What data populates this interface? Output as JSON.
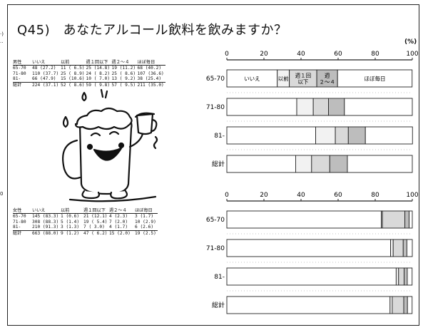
{
  "left_margin": {
    "top_chars": "·)",
    "mid_chars": "··",
    "low_chars": "0"
  },
  "title": "Q45)　あなたアルコール飲料を飲みますか？",
  "unit": "(%)",
  "colors": {
    "c1": "#ffffff",
    "c2": "#f2f2f2",
    "c3": "#d9d9d9",
    "c4": "#bdbdbd",
    "c5": "#ffffff",
    "ink": "#222222"
  },
  "male_table": {
    "headers": [
      "男性",
      "いいえ",
      "以前",
      "週１回以下",
      "週２～４",
      "ほぼ毎日"
    ],
    "rows": [
      [
        "65-70",
        "48 (27.2)",
        "11 ( 6.5)",
        "25 (14.8)",
        "19 (11.2)",
        "68 (40.2)"
      ],
      [
        "71-80",
        "110 (37.7)",
        "25 ( 8.9)",
        "24 ( 8.2)",
        "25 ( 8.6)",
        "107 (36.6)"
      ],
      [
        "81-",
        "66 (47.9)",
        "15 (10.6)",
        "10 ( 7.0)",
        "13 ( 9.2)",
        "38 (25.4)"
      ],
      [
        "総計",
        "224 (37.1)",
        "52 ( 8.6)",
        "59 ( 9.8)",
        "57 ( 9.5)",
        "211 (35.0)"
      ]
    ]
  },
  "female_table": {
    "headers": [
      "女性",
      "いいえ",
      "以前",
      "週１回以下",
      "週２～４",
      "ほぼ毎日"
    ],
    "rows": [
      [
        "65-70",
        "145 (83.3)",
        "1 (0.6)",
        "21 (12.1)",
        "4 (2.3)",
        "3 (1.7)"
      ],
      [
        "71-80",
        "308 (88.3)",
        "5 (1.4)",
        "19 ( 5.4)",
        "7 (2.0)",
        "10 (2.9)"
      ],
      [
        "81-",
        "210 (91.3)",
        "3 (1.3)",
        "7 ( 3.0)",
        "4 (1.7)",
        "6 (2.6)"
      ],
      [
        "総計",
        "663 (88.0)",
        "9 (1.2)",
        "47 ( 6.2)",
        "15 (2.0)",
        "19 (2.5)"
      ]
    ]
  },
  "chart_data": [
    {
      "type": "bar",
      "orientation": "horizontal-stacked",
      "categories": [
        "65-70",
        "71-80",
        "81-",
        "総計"
      ],
      "series": [
        {
          "name": "いいえ",
          "values": [
            27.2,
            37.7,
            47.9,
            37.1
          ]
        },
        {
          "name": "以前",
          "values": [
            6.5,
            8.9,
            10.6,
            8.6
          ]
        },
        {
          "name": "週１回以下",
          "values": [
            14.8,
            8.2,
            7.0,
            9.8
          ]
        },
        {
          "name": "週２～４",
          "values": [
            11.2,
            8.6,
            9.2,
            9.5
          ]
        },
        {
          "name": "ほぼ毎日",
          "values": [
            40.2,
            36.6,
            25.4,
            35.0
          ]
        }
      ],
      "inbar_labels": [
        "いいえ",
        "以前",
        "週１回\n以下",
        "週\n２～４",
        "ほぼ毎日"
      ],
      "xticks": [
        "0",
        "20",
        "40",
        "60",
        "80",
        "100"
      ],
      "xlim": [
        0,
        100
      ]
    },
    {
      "type": "bar",
      "orientation": "horizontal-stacked",
      "categories": [
        "65-70",
        "71-80",
        "81-",
        "総計"
      ],
      "series": [
        {
          "name": "いいえ",
          "values": [
            83.3,
            88.3,
            91.3,
            88.0
          ]
        },
        {
          "name": "以前",
          "values": [
            0.6,
            1.4,
            1.3,
            1.2
          ]
        },
        {
          "name": "週１回以下",
          "values": [
            12.1,
            5.4,
            3.0,
            6.2
          ]
        },
        {
          "name": "週２～４",
          "values": [
            2.3,
            2.0,
            1.7,
            2.0
          ]
        },
        {
          "name": "ほぼ毎日",
          "values": [
            1.7,
            2.9,
            2.6,
            2.5
          ]
        }
      ],
      "xticks": [
        "0",
        "20",
        "40",
        "60",
        "80",
        "100"
      ],
      "xlim": [
        0,
        100
      ]
    }
  ]
}
